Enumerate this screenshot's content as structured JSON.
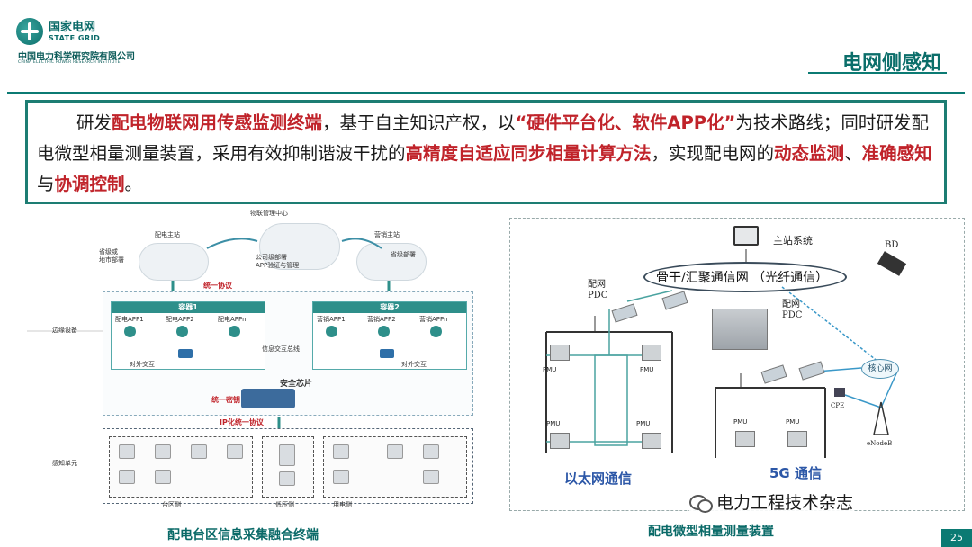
{
  "header": {
    "logo_cn": "国家电网",
    "logo_en": "STATE GRID",
    "institute_cn": "中国电力科学研究院有限公司",
    "institute_en": "CHINA ELECTRIC POWER RESEARCH INSTITUTE",
    "page_title": "电网侧感知"
  },
  "summary": {
    "p1": "研发",
    "h1": "配电物联网用传感监测终端",
    "p2": "，基于自主知识产权，以",
    "h2": "“硬件平台化、软件APP化”",
    "p3": "为技术路线；同时研发配电微型相量测量装置，采用有效抑制谐波干扰的",
    "h3": "高精度自适应同步相量计算方法",
    "p4": "，实现配电网的",
    "h4": "动态监测",
    "p5": "、",
    "h5": "准确感知",
    "p6": "与",
    "h6": "协调控制",
    "p7": "。"
  },
  "left_diagram": {
    "top_center": "物联管理中心",
    "left_station": "配电主站",
    "right_station": "营销主站",
    "left_station_sub": "省级或\n地市部署",
    "right_station_sub": "省级部署",
    "center_sub": "公司级部署\nAPP验证与管理",
    "unified_protocol": "统一协议",
    "edge_label": "边缘设备",
    "container1": "容器1",
    "container2": "容器2",
    "c1_apps": [
      "配电APP1",
      "配电APP2",
      "配电APPn"
    ],
    "c2_apps": [
      "营销APP1",
      "营销APP2",
      "营销APPn"
    ],
    "c1_exchange": "对外交互",
    "c2_exchange": "对外交互",
    "data_bus": "信息交互总线",
    "security_chip": "安全芯片",
    "unified_key": "统一密钥",
    "ip_protocol": "IP化统一协议",
    "sense_label": "感知单元",
    "group_labels": [
      "台区侧",
      "低压侧",
      "用电侧"
    ],
    "caption": "配电台区信息采集融合终端"
  },
  "right_diagram": {
    "main_system": "主站系统",
    "bd": "BD",
    "backbone": "骨干/汇聚通信网 （光纤通信）",
    "pdc_left": "配网\nPDC",
    "pdc_right": "配网\nPDC",
    "core_net": "核心网",
    "cpe": "CPE",
    "enodeb": "eNodeB",
    "pmu": "PMU",
    "ethernet": "以太网通信",
    "fiveg": "5G 通信",
    "caption": "配电微型相量测量装置"
  },
  "footer": {
    "wechat_name": "电力工程技术杂志",
    "page_number": "25"
  }
}
